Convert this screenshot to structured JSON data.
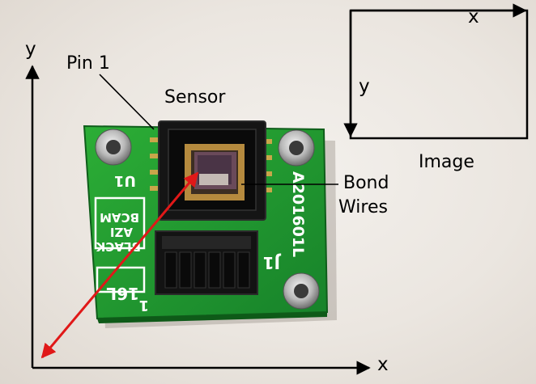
{
  "labels": {
    "pin1": "Pin 1",
    "sensor": "Sensor",
    "bond_wires_line1": "Bond",
    "bond_wires_line2": "Wires",
    "image": "Image",
    "image_x": "x",
    "image_y": "y",
    "board_x": "x",
    "board_y": "y"
  },
  "silkscreen": {
    "u1": "U1",
    "part_number": "A201601L",
    "black_line1": "BLACK",
    "black_line2": "AZI",
    "black_line3": "BCAM",
    "j1": "J1",
    "box_16l": "16L",
    "pin_one": "1"
  },
  "colors": {
    "background": "#ebe6e0",
    "pcb": "#1f9a2b",
    "arrow_red": "#e01818",
    "ink": "#000000"
  }
}
